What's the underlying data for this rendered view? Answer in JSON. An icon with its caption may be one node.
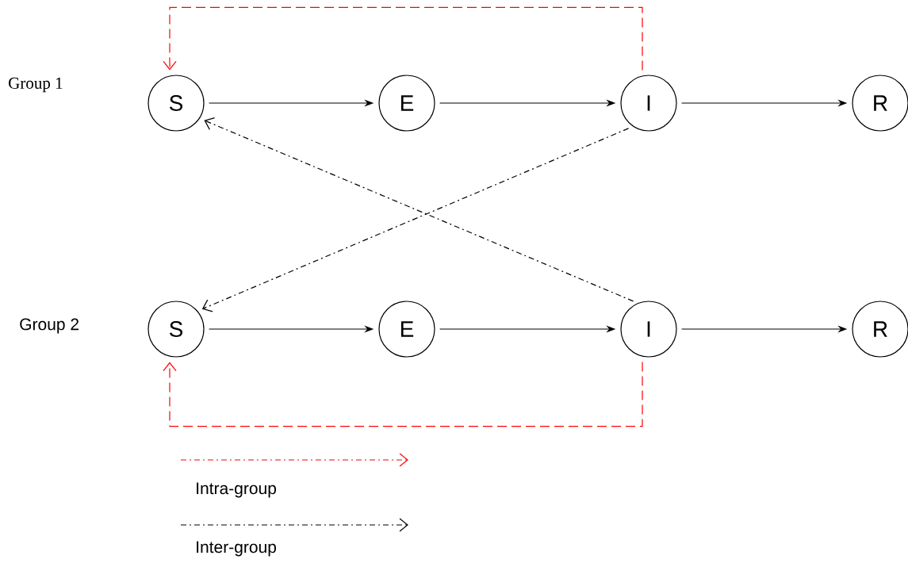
{
  "diagram": {
    "nodes": [
      {
        "text": [
          "S"
        ]
      },
      {
        "text": [
          "E"
        ]
      },
      {
        "text": [
          "I"
        ]
      },
      {
        "text": [
          "R"
        ]
      },
      {
        "text": [
          "S"
        ]
      },
      {
        "text": [
          "E"
        ]
      },
      {
        "text": [
          "I"
        ]
      },
      {
        "text": [
          "R"
        ]
      }
    ],
    "edges": [
      {
        "from": 0,
        "to": 1,
        "arrow": "to"
      },
      {
        "from": 1,
        "to": 2,
        "arrow": "to"
      },
      {
        "from": 2,
        "to": 3,
        "arrow": "to"
      },
      {
        "from": 4,
        "to": 5,
        "arrow": "to"
      },
      {
        "from": 5,
        "to": 6,
        "arrow": "to"
      },
      {
        "from": 6,
        "to": 7,
        "arrow": "to"
      },
      {
        "from": 2,
        "to": 0,
        "arrow": "to",
        "style": "dashed",
        "color": "#ff0000"
      },
      {
        "from": 6,
        "to": 4,
        "arrow": "to",
        "style": "dashed",
        "color": "#ff0000"
      },
      {
        "from": 2,
        "to": 4,
        "arrow": "to",
        "style": "dashed"
      },
      {
        "from": 6,
        "to": 0,
        "arrow": "to",
        "style": "dashed"
      }
    ],
    "labels": [
      "Group 1",
      "Group 2"
    ],
    "legend": [
      {
        "text": "Intra-group"
      },
      {
        "text": "Inter-group"
      }
    ]
  }
}
